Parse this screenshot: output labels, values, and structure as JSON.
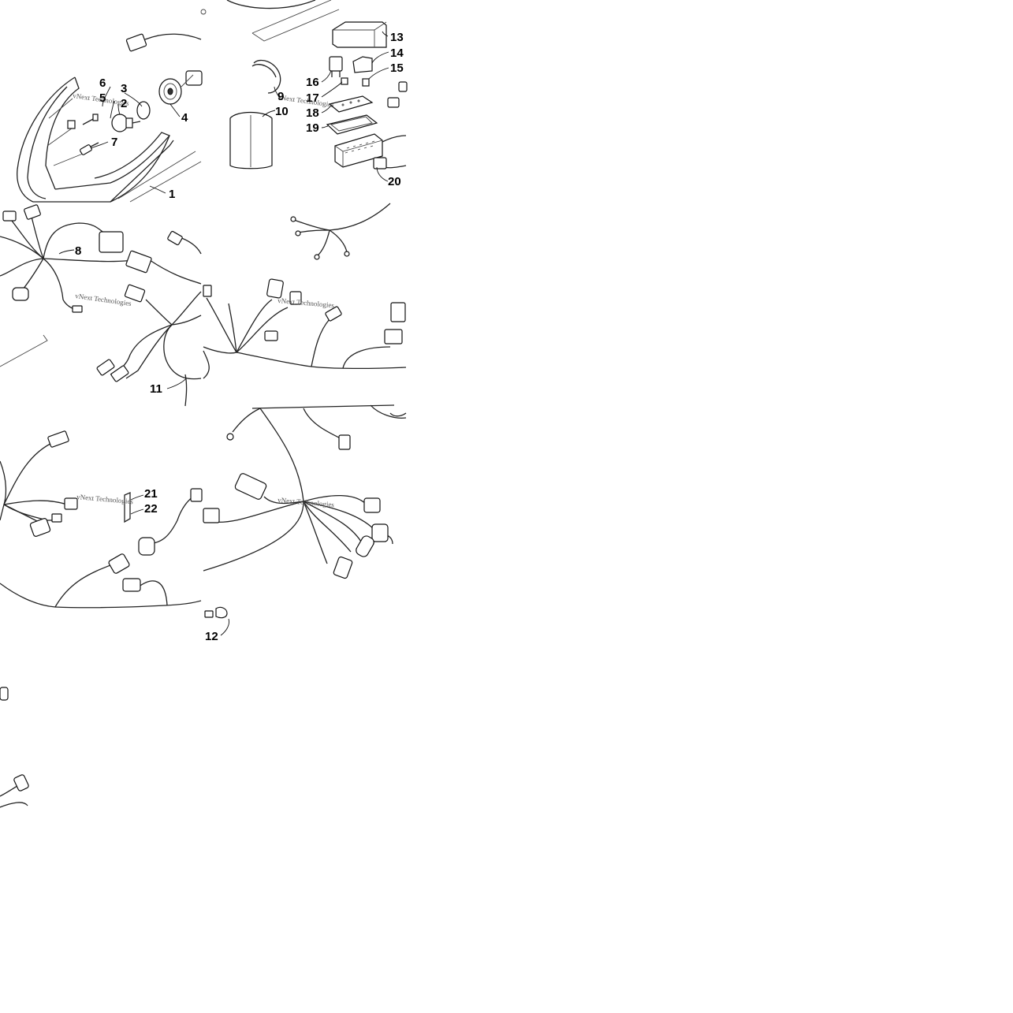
{
  "callouts": [
    {
      "id": "c1",
      "label": "1"
    },
    {
      "id": "c2",
      "label": "2"
    },
    {
      "id": "c3",
      "label": "3"
    },
    {
      "id": "c4",
      "label": "4"
    },
    {
      "id": "c5",
      "label": "5"
    },
    {
      "id": "c6",
      "label": "6"
    },
    {
      "id": "c7",
      "label": "7"
    },
    {
      "id": "c8",
      "label": "8"
    },
    {
      "id": "c9",
      "label": "9"
    },
    {
      "id": "c10",
      "label": "10"
    },
    {
      "id": "c11",
      "label": "11"
    },
    {
      "id": "c12",
      "label": "12"
    },
    {
      "id": "c13",
      "label": "13"
    },
    {
      "id": "c14",
      "label": "14"
    },
    {
      "id": "c15",
      "label": "15"
    },
    {
      "id": "c16",
      "label": "16"
    },
    {
      "id": "c17",
      "label": "17"
    },
    {
      "id": "c18",
      "label": "18"
    },
    {
      "id": "c19",
      "label": "19"
    },
    {
      "id": "c20",
      "label": "20"
    },
    {
      "id": "c21",
      "label": "21"
    },
    {
      "id": "c22",
      "label": "22"
    }
  ],
  "watermark": "vNext Technologies",
  "colors": {
    "line": "#222222",
    "background": "#ffffff"
  }
}
